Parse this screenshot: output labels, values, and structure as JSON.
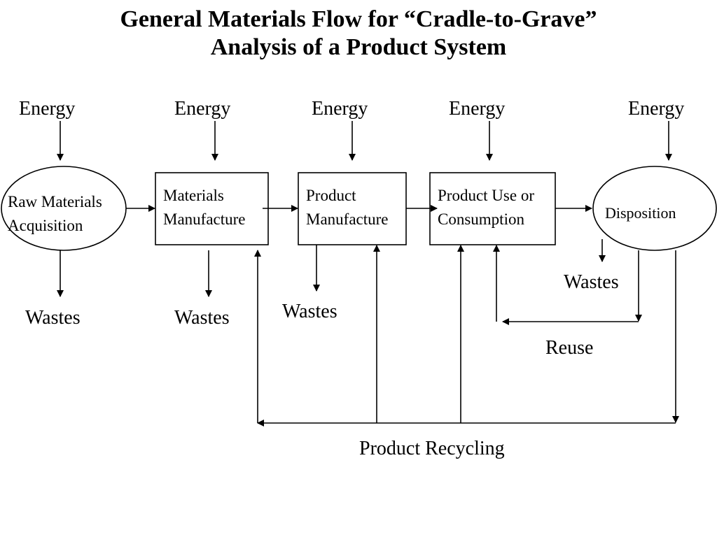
{
  "title": {
    "line1": "General Materials Flow for “Cradle-to-Grave”",
    "line2": "Analysis of a Product System"
  },
  "stages": [
    {
      "id": "raw",
      "line1": "Raw Materials",
      "line2": "Acquisition",
      "shape": "ellipse"
    },
    {
      "id": "mm",
      "line1": "Materials",
      "line2": "Manufacture",
      "shape": "box"
    },
    {
      "id": "pm",
      "line1": "Product",
      "line2": "Manufacture",
      "shape": "box"
    },
    {
      "id": "use",
      "line1": "Product Use or",
      "line2": "Consumption",
      "shape": "box"
    },
    {
      "id": "disp",
      "line1": "Disposition",
      "shape": "ellipse"
    }
  ],
  "energy_label": "Energy",
  "wastes_label": "Wastes",
  "reuse_label": "Reuse",
  "recycling_label": "Product Recycling"
}
